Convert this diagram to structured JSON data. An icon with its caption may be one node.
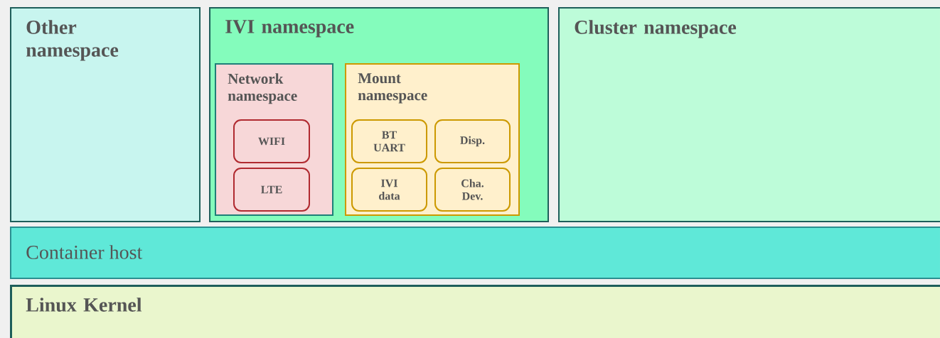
{
  "diagram": {
    "nodes": [
      {
        "text": [
          "Other namespace"
        ]
      },
      {
        "text": [
          "IVI namespace"
        ]
      },
      {
        "text": [
          "Network namespace"
        ],
        "in": 1
      },
      {
        "text": [
          "WIFI"
        ],
        "in": 2
      },
      {
        "text": [
          "LTE"
        ],
        "in": 2
      },
      {
        "text": [
          "Mount namespace"
        ],
        "in": 1
      },
      {
        "text": [
          "BT UART"
        ],
        "in": 5
      },
      {
        "text": [
          "Disp."
        ],
        "in": 5
      },
      {
        "text": [
          "IVI data"
        ],
        "in": 5
      },
      {
        "text": [
          "Cha. Dev."
        ],
        "in": 5
      },
      {
        "text": [
          "Cluster namespace"
        ]
      },
      {
        "text": [
          "Container host"
        ]
      },
      {
        "text": [
          "Linux Kernel"
        ]
      }
    ]
  }
}
